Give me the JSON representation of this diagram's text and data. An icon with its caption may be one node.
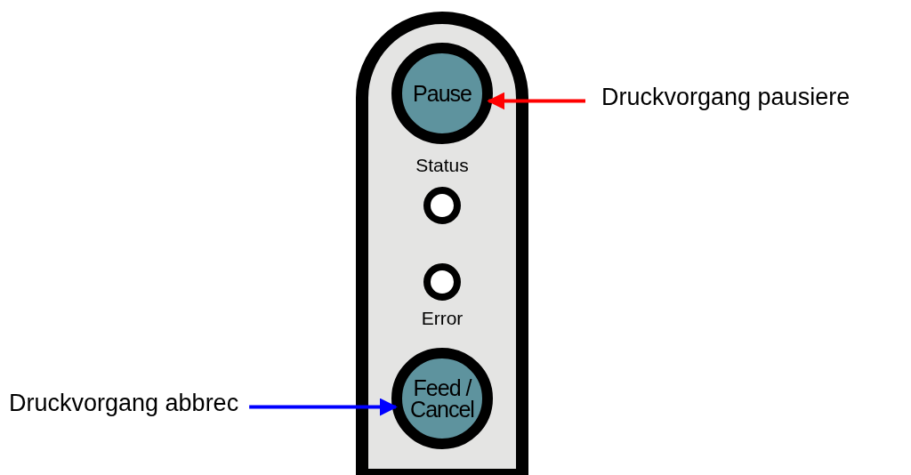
{
  "diagram": {
    "nodes": [
      {
        "text": [
          "Pause"
        ]
      },
      {
        "text": [
          "Druckvorgang pausiere"
        ]
      },
      {
        "text": [
          "Status"
        ]
      },
      {
        "text": [
          "Error"
        ]
      },
      {
        "text": [
          "Druckvorgang abbrec"
        ]
      },
      {
        "text": [
          "Feed / Cancel"
        ]
      }
    ],
    "edges": [
      {
        "from": 1,
        "to": 0,
        "arrow": "to",
        "color": "#ff0000"
      },
      {
        "from": 4,
        "to": 5,
        "arrow": "to",
        "color": "#0000ff"
      }
    ]
  }
}
